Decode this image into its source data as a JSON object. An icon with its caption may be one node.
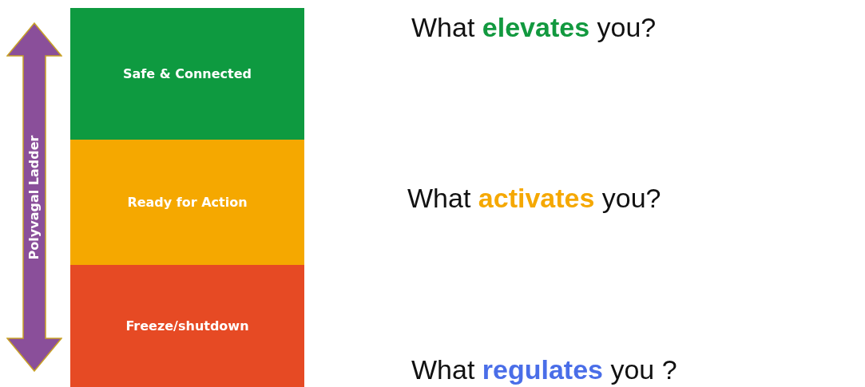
{
  "diagram": {
    "nodes": [
      {
        "text": [
          "Safe & Connected"
        ]
      },
      {
        "text": [
          "Ready for Action"
        ]
      },
      {
        "text": [
          "Freeze/shutdown"
        ]
      },
      {
        "text": [
          "Polyvagal Ladder"
        ]
      }
    ],
    "labels": [
      "What **elevates** you?",
      "What **activates** you?",
      "What **regulates** you ?"
    ]
  }
}
